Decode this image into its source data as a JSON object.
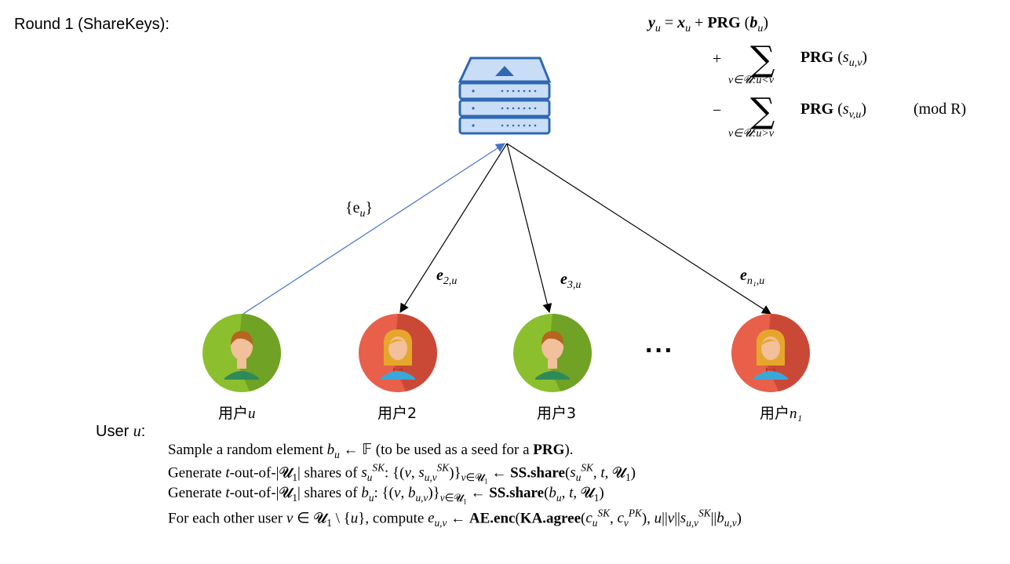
{
  "title": "Round 1 (ShareKeys):",
  "formula": {
    "line1": {
      "lhs": "y",
      "lhs_sub": "u",
      "eq": "=",
      "x": "x",
      "x_sub": "u",
      "plus": "+",
      "prg": "PRG",
      "arg": "b",
      "arg_sub": "u"
    },
    "line2": {
      "sign": "+",
      "sum_sub": "v∈𝓤:u<v",
      "prg": "PRG",
      "arg": "s",
      "arg_sub": "u,v"
    },
    "line3": {
      "sign": "−",
      "sum_sub": "v∈𝓤:u>v",
      "prg": "PRG",
      "arg": "s",
      "arg_sub": "v,u",
      "mod": "(mod R)"
    }
  },
  "edges": {
    "upload": {
      "label": "{e",
      "sub": "u",
      "close": "}"
    },
    "e2": {
      "label": "e",
      "sub": "2,u"
    },
    "e3": {
      "label": "e",
      "sub": "3,u"
    },
    "en": {
      "label": "e",
      "sub": "n₁,u"
    }
  },
  "users": [
    {
      "label": "用户",
      "var": "u",
      "avatar": "male"
    },
    {
      "label": "用户",
      "var": "2",
      "avatar": "female"
    },
    {
      "label": "用户",
      "var": "3",
      "avatar": "male"
    },
    {
      "label": "用户",
      "var": "n₁",
      "avatar": "female"
    }
  ],
  "ellipsis": "···",
  "user_section": {
    "title_prefix": "User ",
    "title_var": "u",
    "title_suffix": ":",
    "steps": [
      "Sample a random element b_u ← 𝔽 (to be used as a seed for a PRG).",
      "Generate t-out-of-|𝓤₁| shares of s_u^SK: {(v, s_{u,v}^SK)}_{v∈𝓤₁} ← SS.share(s_u^SK, t, 𝓤₁)",
      "Generate t-out-of-|𝓤₁| shares of b_u: {(v, b_{u,v})}_{v∈𝓤₁} ← SS.share(b_u, t, 𝓤₁)",
      "For each other user v ∈ 𝓤₁ \\ {u}, compute e_{u,v} ← AE.enc(KA.agree(c_u^SK, c_v^PK), u||v||s_{u,v}^SK||b_{u,v})"
    ]
  },
  "colors": {
    "server_blue": "#3b78c9",
    "male_green": "#8cbf2e",
    "female_red": "#e8604a",
    "upload_line": "#4472c4"
  }
}
